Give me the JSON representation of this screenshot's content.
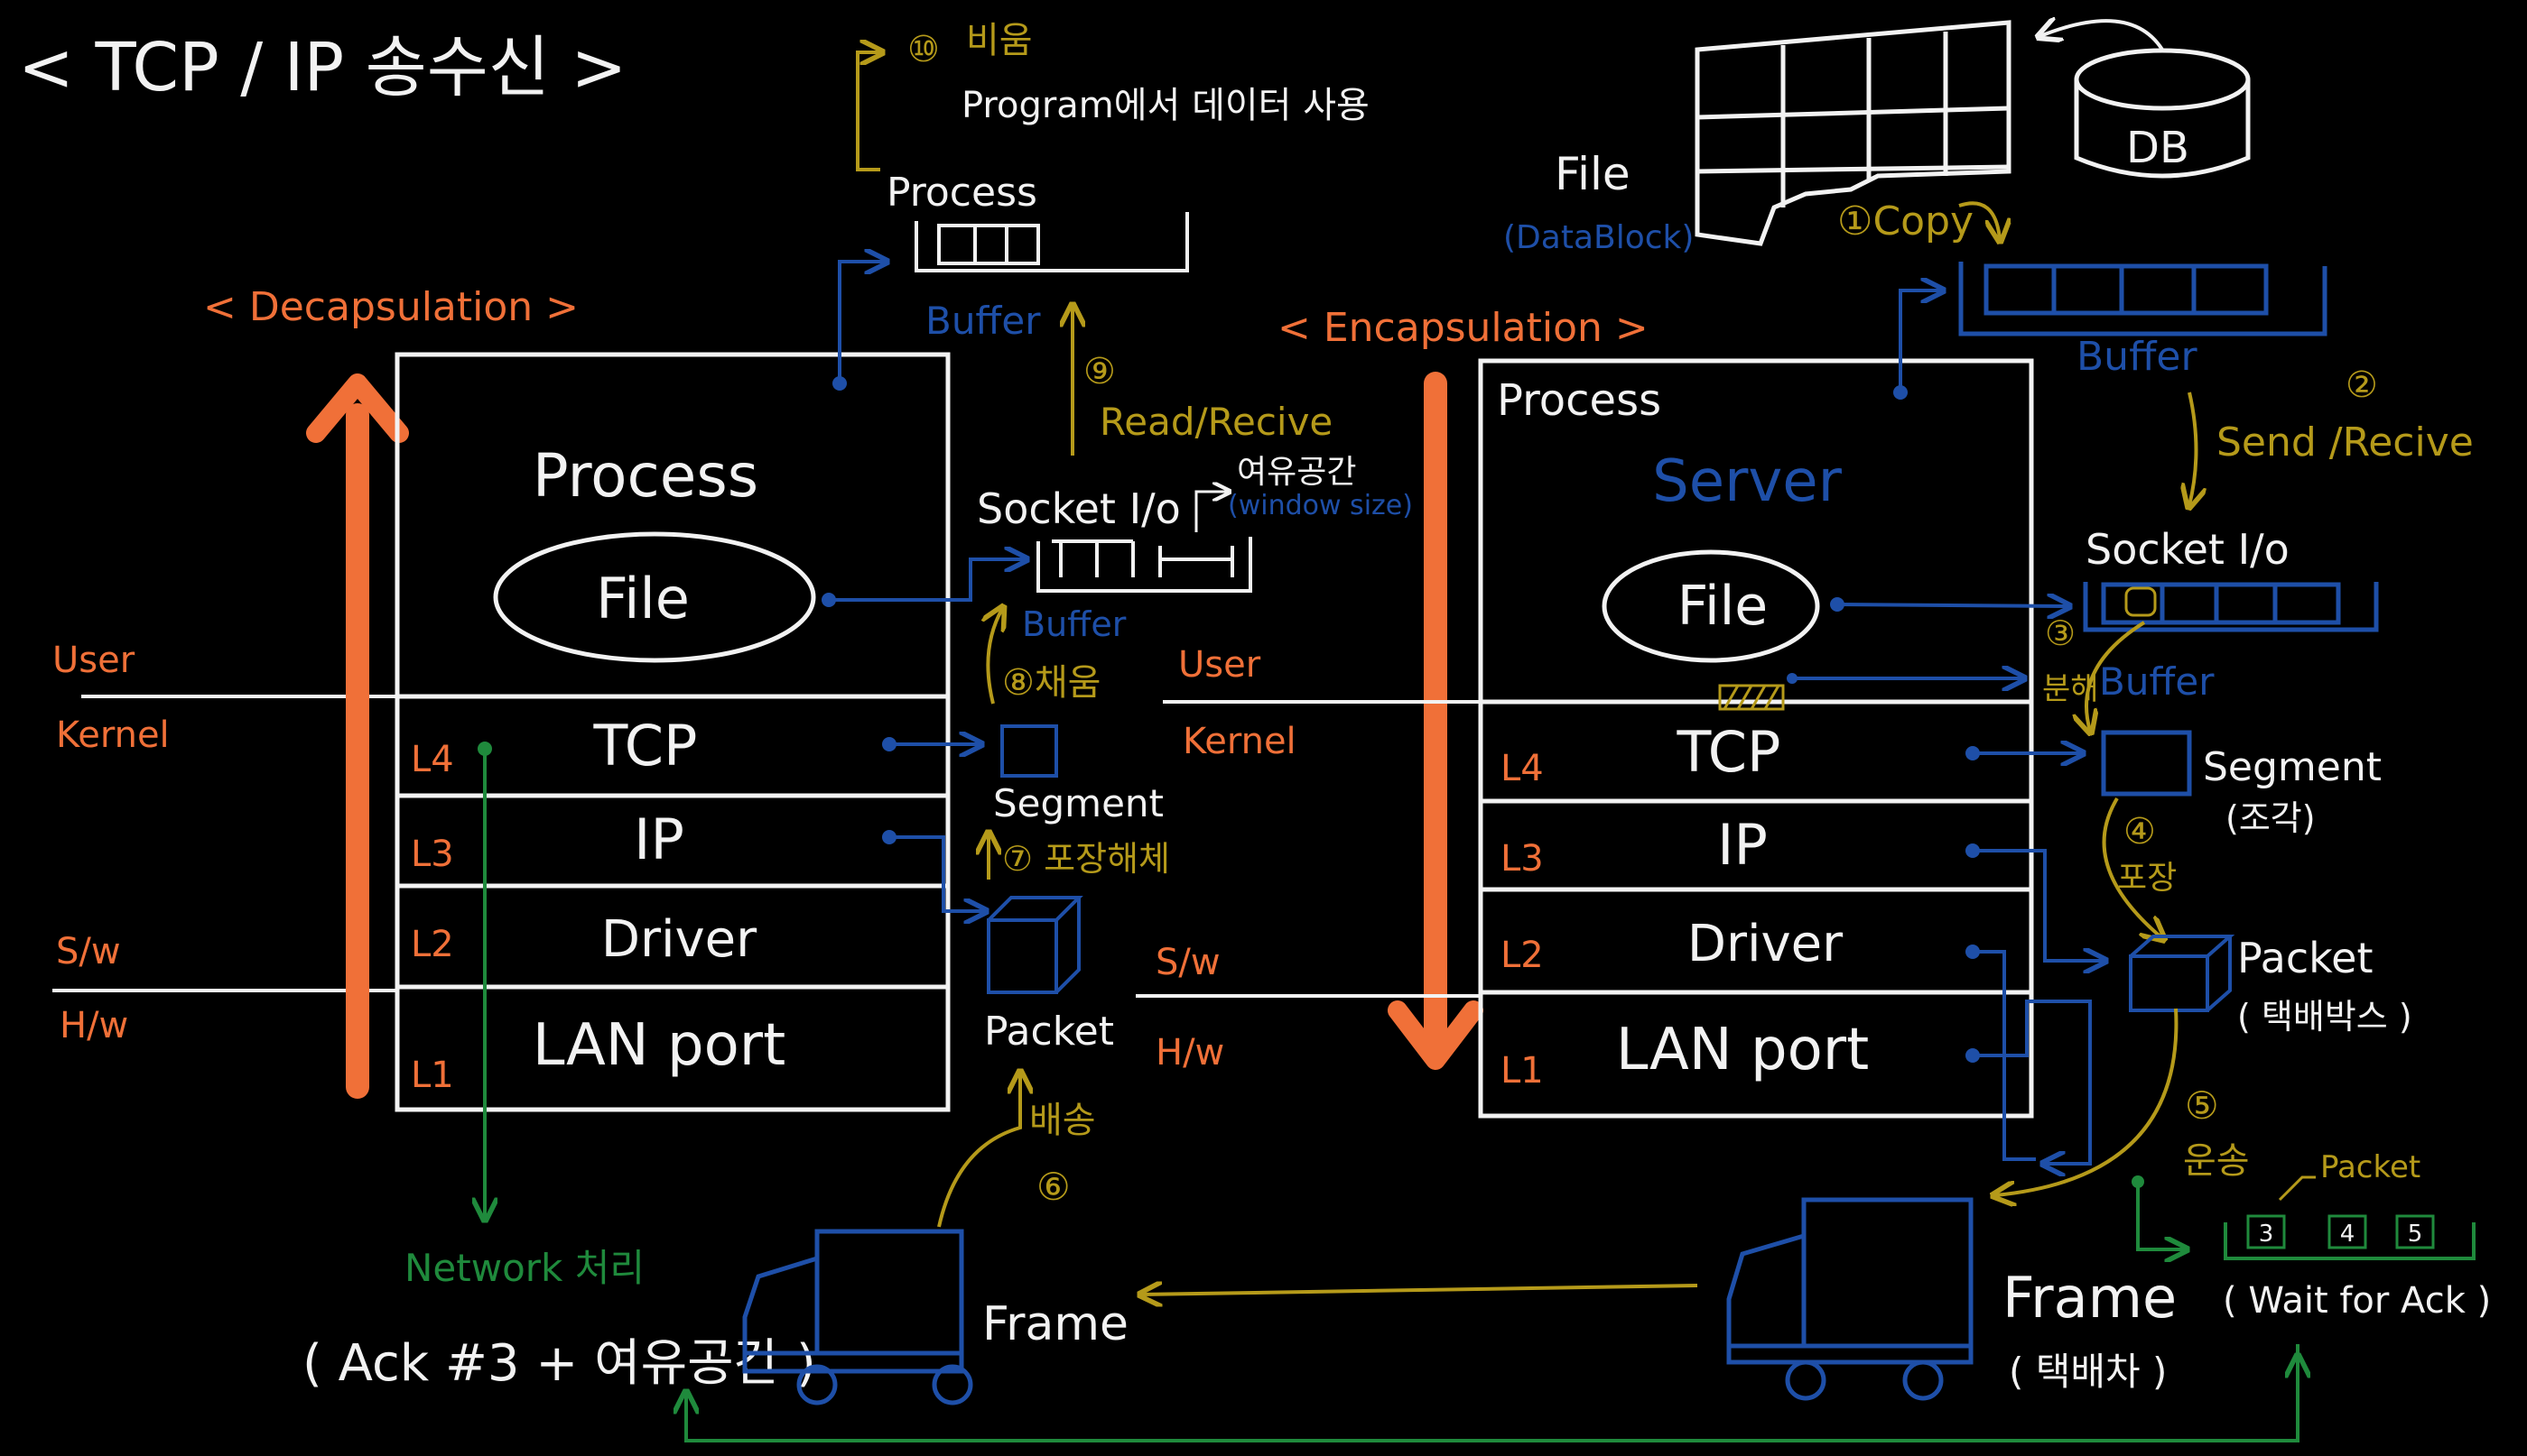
{
  "title": "< TCP / IP 송수신 >",
  "colors": {
    "background": "#000000",
    "white": "#f2f2f2",
    "orange": "#f07038",
    "blue": "#1e4fa8",
    "gold": "#b59a1a",
    "green": "#1f8a3c"
  },
  "layers": {
    "user": "User",
    "kernel": "Kernel",
    "sw": "S/w",
    "hw": "H/w",
    "l4": "L4",
    "l3": "L3",
    "l2": "L2",
    "l1": "L1"
  },
  "receiver": {
    "heading": "< Decapsulation >",
    "process_label": "Process",
    "file_label": "File",
    "tcp": "TCP",
    "ip": "IP",
    "driver": "Driver",
    "lan": "LAN port",
    "step10_num": "⑩",
    "step10_label": "비움",
    "step10_desc": "Program에서 데이터 사용",
    "process_buffer_title": "Process",
    "buffer_label": "Buffer",
    "step9": "⑨",
    "read_recive": "Read/Recive",
    "socket_io": "Socket I/o",
    "free_space": "여유공간",
    "window_size": "(window size)",
    "socket_buffer": "Buffer",
    "step8": "⑧채움",
    "segment": "Segment",
    "step7": "⑦ 포장해체",
    "packet": "Packet",
    "delivery": "배송",
    "step6": "⑥",
    "frame": "Frame",
    "network_process": "Network 처리",
    "ack": "( Ack #3 + 여유공간 )"
  },
  "sender": {
    "heading": "< Encapsulation >",
    "process_label": "Process",
    "server_label": "Server",
    "file_label": "File",
    "tcp": "TCP",
    "ip": "IP",
    "driver": "Driver",
    "lan": "LAN port",
    "file": "File",
    "datablock": "(DataBlock)",
    "db": "DB",
    "step1": "①Copy",
    "buffer_label": "Buffer",
    "step2": "②",
    "send_recive": "Send /Recive",
    "socket_io": "Socket I/o",
    "socket_buffer": "Buffer",
    "step3": "③",
    "split": "분해",
    "segment": "Segment",
    "segment_sub": "(조각)",
    "step4": "④",
    "wrap": "포장",
    "packet": "Packet",
    "packet_sub": "( 택배박스 )",
    "step5": "⑤",
    "transport": "운송",
    "frame": "Frame",
    "frame_sub": "( 택배차 )",
    "packet_small": "Packet",
    "pkt_numbers": [
      "3",
      "4",
      "5"
    ],
    "wait_ack": "( Wait for Ack )"
  }
}
